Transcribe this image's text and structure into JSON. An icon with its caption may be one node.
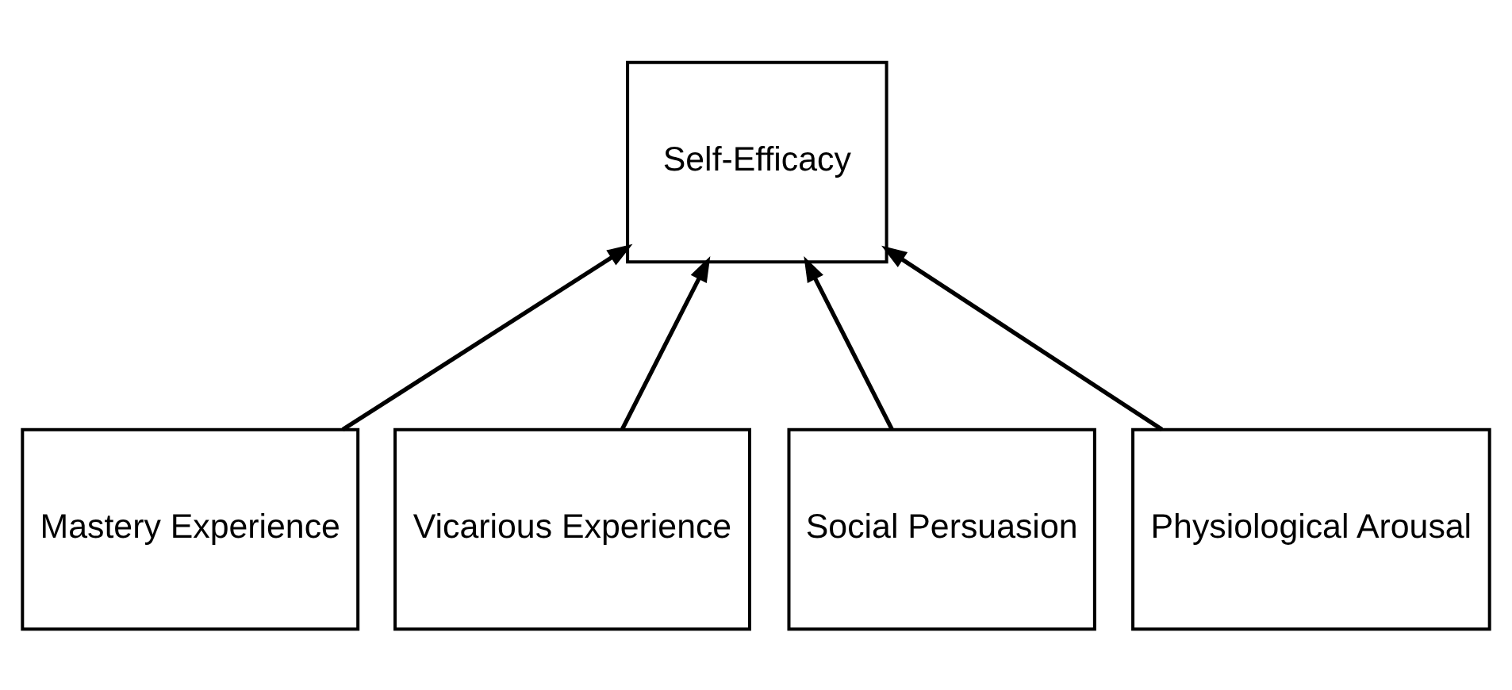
{
  "diagram": {
    "nodes": [
      {
        "text": [
          "Self-Efficacy"
        ]
      },
      {
        "text": [
          "Mastery Experience"
        ]
      },
      {
        "text": [
          "Vicarious Experience"
        ]
      },
      {
        "text": [
          "Social Persuasion"
        ]
      },
      {
        "text": [
          "Physiological Arousal"
        ]
      }
    ],
    "edges": [
      {
        "from": 1,
        "to": 0,
        "arrow": "to"
      },
      {
        "from": 2,
        "to": 0,
        "arrow": "to"
      },
      {
        "from": 3,
        "to": 0,
        "arrow": "to"
      },
      {
        "from": 4,
        "to": 0,
        "arrow": "to"
      }
    ]
  }
}
